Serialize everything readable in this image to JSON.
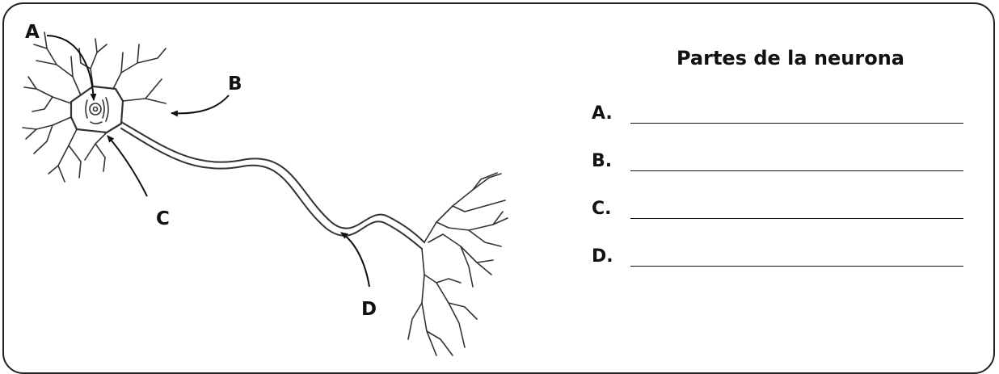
{
  "title": "Partes de la neurona",
  "diagram_labels": {
    "a": "A",
    "b": "B",
    "c": "C",
    "d": "D"
  },
  "answers": [
    {
      "label": "A."
    },
    {
      "label": "B."
    },
    {
      "label": "C."
    },
    {
      "label": "D."
    }
  ]
}
